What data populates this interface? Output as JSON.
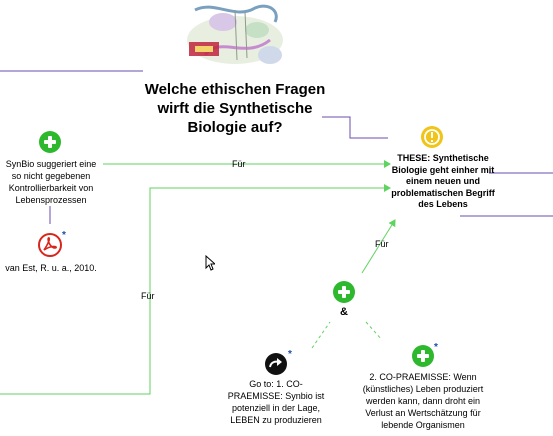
{
  "title": "Welche ethischen Fragen wirft die Synthetische Biologie auf?",
  "thesis": "THESE: Synthetische Biologie geht einher mit einem neuen und problematischen Begriff des Lebens",
  "left_node": "SynBio suggeriert eine so nicht gegebenen Kontrollierbarkeit von Lebensprozessen",
  "reference": "van Est, R. u. a., 2010.",
  "goto_node": "Go to: 1. CO-PRAEMISSE: Synbio ist potenziell in der Lage, LEBEN zu produzieren",
  "premise2": "2. CO-PRAEMISSE: Wenn (künstliches) Leben produziert werden kann, dann droht ein Verlust an Wertschätzung für lebende Organismen",
  "and_label": "&",
  "label_fur": "Für",
  "asterisk": "*",
  "colors": {
    "pro": "#2eb82e",
    "thesis": "#f0c419",
    "pdf": "#d9261c",
    "goto": "#111111",
    "line_purple": "#6a4fb0",
    "line_green": "#5fd35f",
    "star": "#1f4ea8"
  },
  "icons": [
    "plus-circle-icon",
    "exclamation-circle-icon",
    "pdf-icon",
    "arrow-circle-icon",
    "cursor-icon"
  ]
}
